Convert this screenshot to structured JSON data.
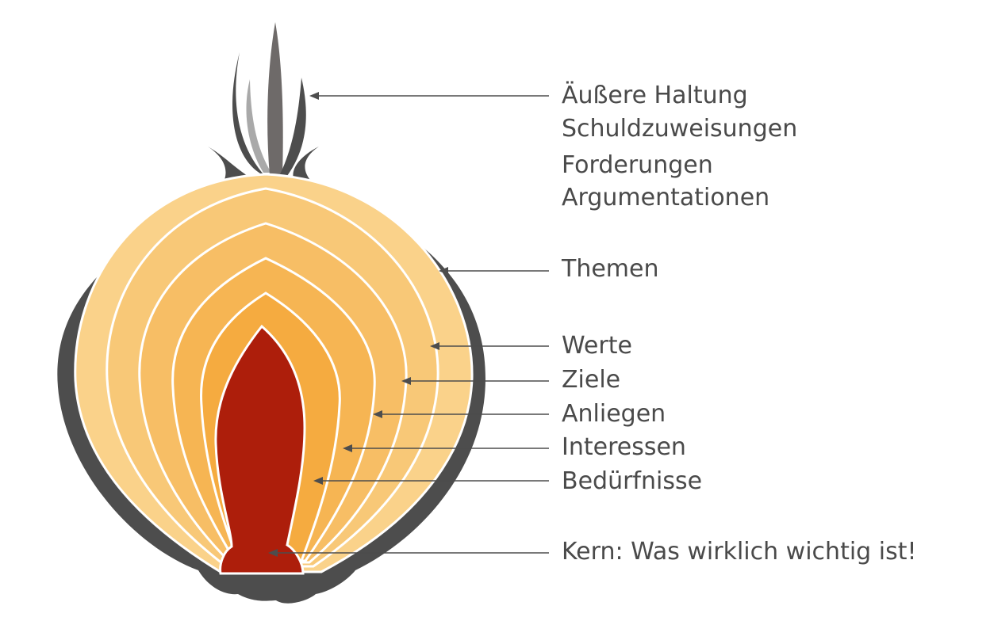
{
  "colors": {
    "skin": "#4d4d4d",
    "sprout_dark": "#4d4d4d",
    "sprout_mid": "#6e6a69",
    "sprout_light": "#a9a9a9",
    "layer1": "#fad28a",
    "layer2": "#f8c877",
    "layer3": "#f7be65",
    "layer4": "#f6b553",
    "layer5": "#f5ab40",
    "core": "#ad1e0b",
    "arrow": "#4d4d4d",
    "text": "#4a4a4a"
  },
  "labels": {
    "outer": [
      "Äußere Haltung",
      "Schuldzuweisungen",
      "Forderungen",
      "Argumentationen"
    ],
    "themes": "Themen",
    "values": "Werte",
    "goals": "Ziele",
    "concerns": "Anliegen",
    "interests": "Interessen",
    "needs": "Bedürfnisse",
    "core": "Kern: Was wirklich wichtig ist!"
  }
}
